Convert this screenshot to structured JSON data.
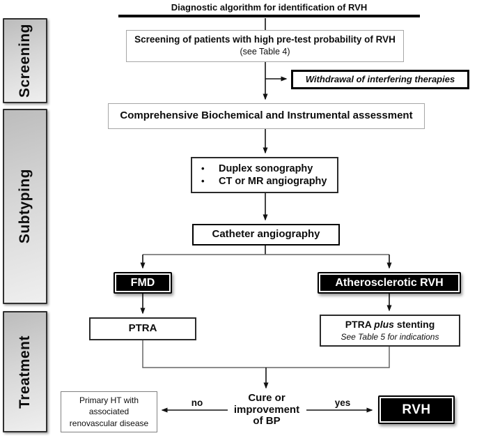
{
  "title": "Diagnostic algorithm for identification of RVH",
  "sidebar": {
    "sections": [
      {
        "label": "Screening"
      },
      {
        "label": "Subtyping"
      },
      {
        "label": "Treatment"
      }
    ]
  },
  "nodes": {
    "screening": {
      "line1": "Screening of patients with high pre-test probability of RVH",
      "line2": "(see Table 4)"
    },
    "withdrawal": {
      "label": "Withdrawal of interfering therapies"
    },
    "assessment": {
      "label": "Comprehensive Biochemical and Instrumental assessment"
    },
    "imaging": {
      "bullet_glyph": "•",
      "bullets": [
        "Duplex sonography",
        "CT or MR angiography"
      ]
    },
    "catheter": {
      "label": "Catheter angiography"
    },
    "fmd": {
      "label": "FMD"
    },
    "atherosclerotic": {
      "label": "Atherosclerotic RVH"
    },
    "ptra": {
      "label": "PTRA"
    },
    "ptra_stenting": {
      "word1": "PTRA",
      "word2": "plus",
      "word3": "stenting",
      "line2": "See Table 5 for indications"
    },
    "cure": {
      "line1": "Cure or",
      "line2": "improvement",
      "line3": "of BP"
    },
    "primary_ht": {
      "line1": "Primary HT with",
      "line2": "associated",
      "line3": "renovascular disease"
    },
    "rvh": {
      "label": "RVH"
    }
  },
  "edge_labels": {
    "no": "no",
    "yes": "yes"
  },
  "colors": {
    "node_black_fill": "#000000",
    "node_white_text": "#ffffff",
    "connector_black": "#111111",
    "connector_gray": "#666666",
    "light_box_border": "#a6a6a6",
    "dark_box_border": "#000000",
    "sidebar_gradient_start": "#bcbcbc",
    "sidebar_gradient_end": "#efefef"
  }
}
